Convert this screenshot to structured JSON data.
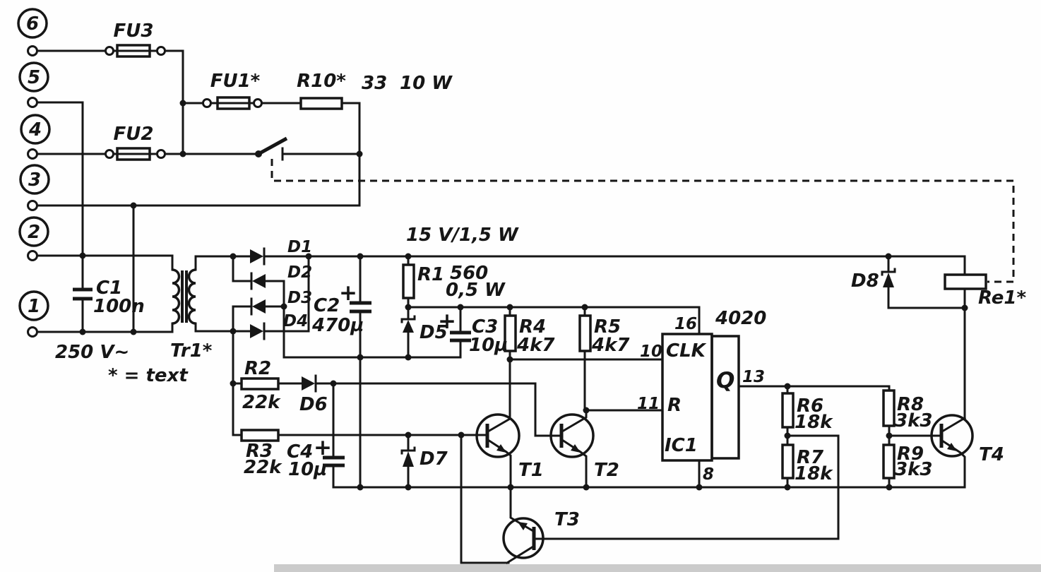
{
  "power_input": {
    "terminals": [
      "6",
      "5",
      "4",
      "3",
      "2",
      "1"
    ],
    "mains_voltage": "250 V~"
  },
  "fuses": {
    "fu1": "FU1*",
    "fu2": "FU2",
    "fu3": "FU3"
  },
  "resistors": {
    "r1": {
      "ref": "R1",
      "value": "560",
      "power": "0,5 W"
    },
    "r2": {
      "ref": "R2",
      "value": "22k"
    },
    "r3": {
      "ref": "R3",
      "value": "22k"
    },
    "r4": {
      "ref": "R4",
      "value": "4k7"
    },
    "r5": {
      "ref": "R5",
      "value": "4k7"
    },
    "r6": {
      "ref": "R6",
      "value": "18k"
    },
    "r7": {
      "ref": "R7",
      "value": "18k"
    },
    "r8": {
      "ref": "R8",
      "value": "3k3"
    },
    "r9": {
      "ref": "R9",
      "value": "3k3"
    },
    "r10": {
      "ref": "R10*",
      "value": "33",
      "power": "10 W"
    }
  },
  "capacitors": {
    "c1": {
      "ref": "C1",
      "value": "100n"
    },
    "c2": {
      "ref": "C2",
      "value": "470µ",
      "polarity": "+"
    },
    "c3": {
      "ref": "C3",
      "value": "10µ",
      "polarity": "+"
    },
    "c4": {
      "ref": "C4",
      "value": "10µ",
      "polarity": "+"
    }
  },
  "diodes": {
    "d1": "D1",
    "d2": "D2",
    "d3": "D3",
    "d4": "D4",
    "d5": "D5",
    "d6": "D6",
    "d7": "D7",
    "d8": "D8"
  },
  "transistors": {
    "t1": "T1",
    "t2": "T2",
    "t3": "T3",
    "t4": "T4"
  },
  "ic": {
    "ref": "IC1",
    "part": "4020",
    "pin_vdd": "16",
    "pin_clk": "10",
    "pin_reset": "11",
    "pin_q": "13",
    "pin_gnd": "8",
    "clk": "CLK",
    "reset": "R",
    "q": "Q"
  },
  "transformer": {
    "ref": "Tr1*"
  },
  "relay": {
    "ref": "Re1*"
  },
  "annotations": {
    "supply": "15 V/1,5 W",
    "note": "* = text"
  }
}
